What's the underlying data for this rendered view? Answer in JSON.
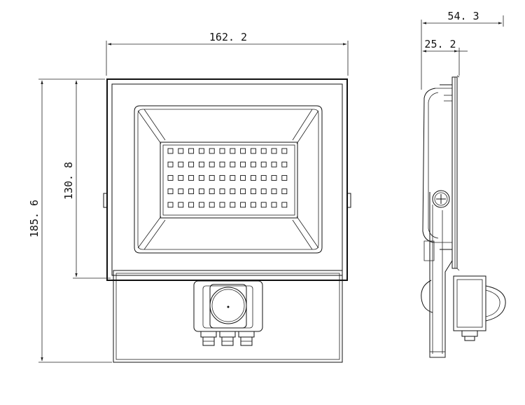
{
  "dimensions": {
    "front_width": "162. 2",
    "front_inner_height": "130. 8",
    "front_total_height": "185. 6",
    "side_depth": "54. 3",
    "side_body_depth": "25. 2"
  },
  "led_grid": {
    "rows": 5,
    "cols": 12
  }
}
